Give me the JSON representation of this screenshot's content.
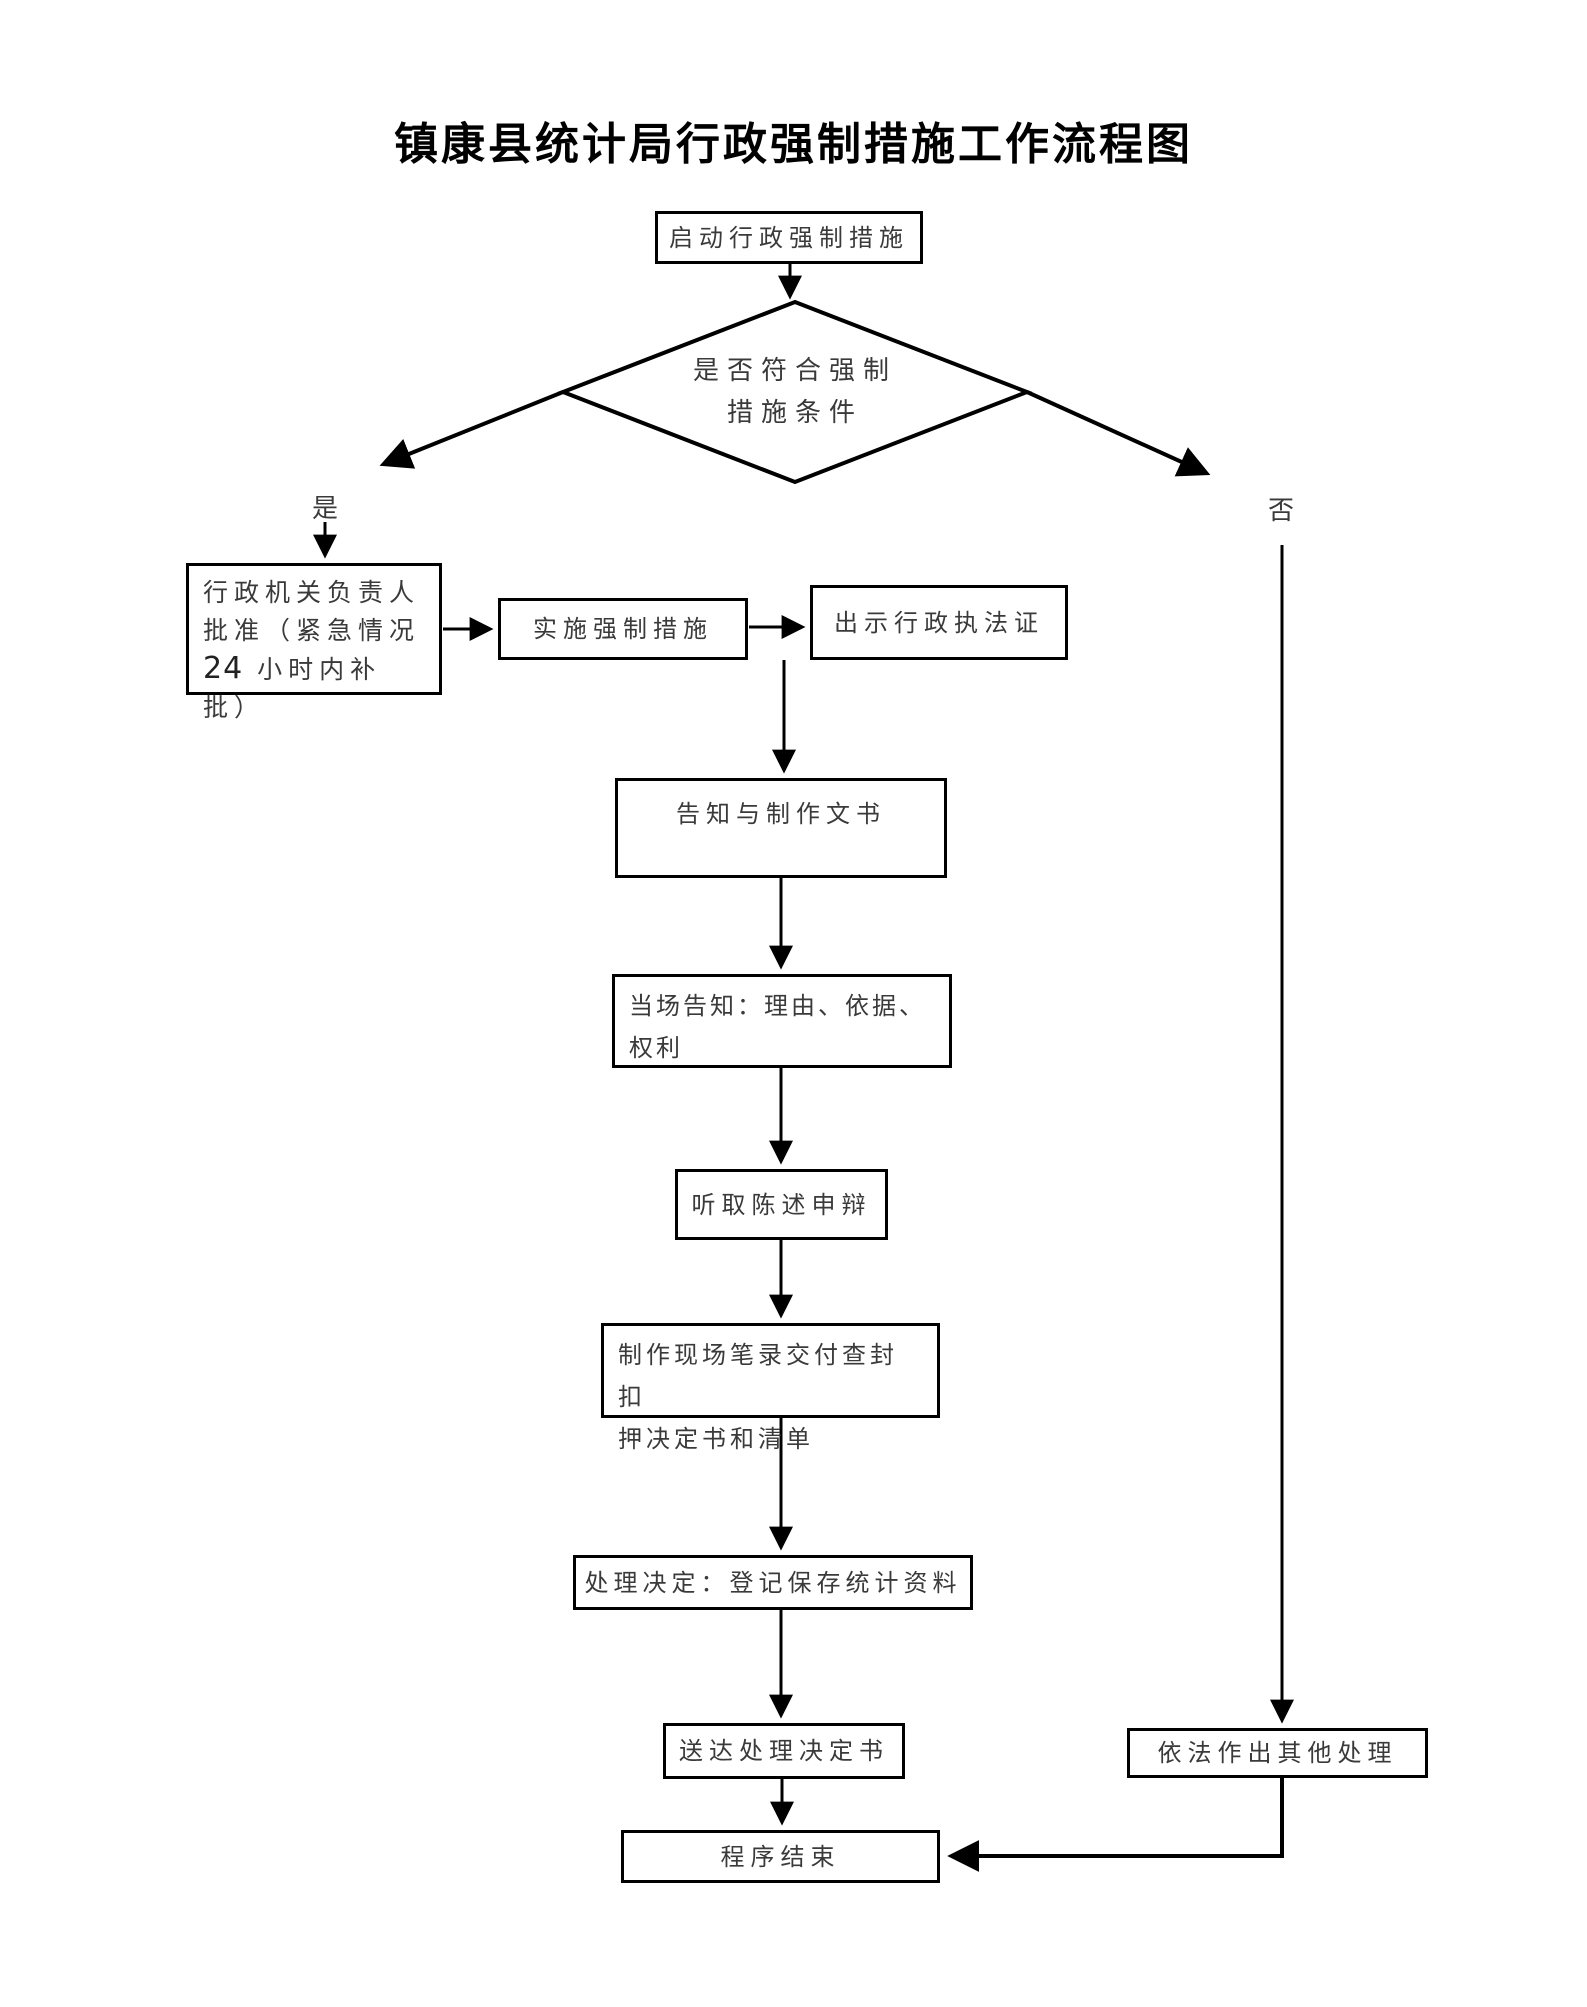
{
  "title": "镇康县统计局行政强制措施工作流程图",
  "colors": {
    "background": "#ffffff",
    "line": "#000000",
    "text": "#3a3a3a"
  },
  "nodes": {
    "start": {
      "label": "启动行政强制措施"
    },
    "decision": {
      "lines": [
        "是否符合强制",
        "措施条件"
      ]
    },
    "approve": {
      "lines": [
        "行政机关负责人",
        "批准（紧急情况"
      ],
      "line3_number": "24",
      "line3_text": " 小时内补批）"
    },
    "implement": {
      "label": "实施强制措施"
    },
    "show_credentials": {
      "label": "出示行政执法证"
    },
    "notify_docs": {
      "label": "告知与制作文书"
    },
    "onsite_notify": {
      "lines": [
        "当场告知：理由、依据、",
        "权利"
      ]
    },
    "listen": {
      "label": "听取陈述申辩"
    },
    "record": {
      "lines": [
        "制作现场笔录交付查封扣",
        "押决定书和清单"
      ]
    },
    "decision_save": {
      "label": "处理决定：登记保存统计资料"
    },
    "deliver": {
      "label": "送达处理决定书"
    },
    "end": {
      "label": "程序结束"
    },
    "other": {
      "label": "依法作出其他处理"
    }
  },
  "edges": [
    {
      "from": "start",
      "to": "decision"
    },
    {
      "from": "decision",
      "to": "approve",
      "label": "是"
    },
    {
      "from": "decision",
      "to": "other",
      "label": "否"
    },
    {
      "from": "approve",
      "to": "implement"
    },
    {
      "from": "implement",
      "to": "show_credentials"
    },
    {
      "from": "show_credentials",
      "to": "notify_docs"
    },
    {
      "from": "notify_docs",
      "to": "onsite_notify"
    },
    {
      "from": "onsite_notify",
      "to": "listen"
    },
    {
      "from": "listen",
      "to": "record"
    },
    {
      "from": "record",
      "to": "decision_save"
    },
    {
      "from": "decision_save",
      "to": "deliver"
    },
    {
      "from": "deliver",
      "to": "end"
    },
    {
      "from": "other",
      "to": "end"
    }
  ]
}
